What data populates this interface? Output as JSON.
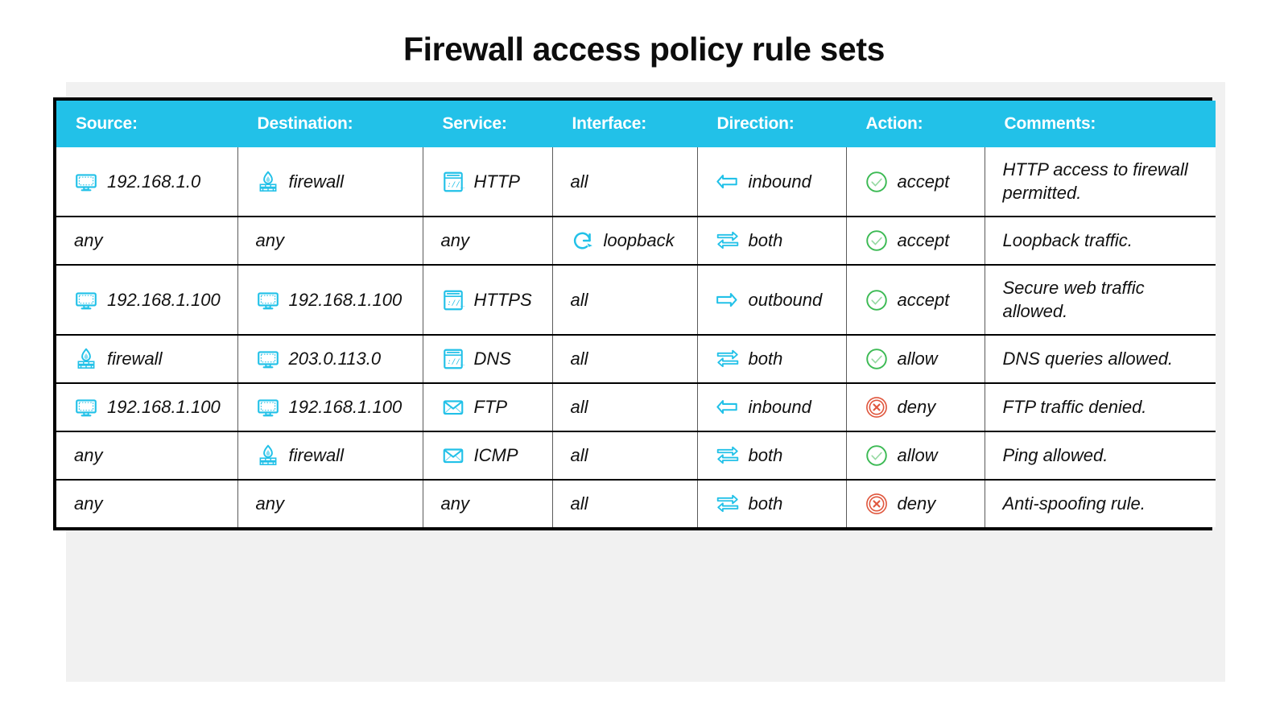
{
  "page": {
    "title": "Firewall access policy rule sets",
    "background": "#ffffff",
    "accent_header": "#22c1e8",
    "icon_cyan": "#22c1e8",
    "accept_green": "#3cba54",
    "deny_red": "#e0573e",
    "border_black": "#000000"
  },
  "table": {
    "headers": [
      "Source:",
      "Destination:",
      "Service:",
      "Interface:",
      "Direction:",
      "Action:",
      "Comments:"
    ],
    "rows": [
      {
        "source": {
          "icon": "monitor-icon",
          "label": "192.168.1.0"
        },
        "destination": {
          "icon": "firewall-icon",
          "label": "firewall"
        },
        "service": {
          "icon": "browser-window-icon",
          "label": "HTTP"
        },
        "interface": {
          "icon": "",
          "label": "all"
        },
        "direction": {
          "icon": "arrow-left-icon",
          "label": "inbound"
        },
        "action": {
          "icon": "check-circle-icon",
          "label": "accept"
        },
        "comments": "HTTP access to firewall permitted."
      },
      {
        "source": {
          "icon": "",
          "label": "any"
        },
        "destination": {
          "icon": "",
          "label": "any"
        },
        "service": {
          "icon": "",
          "label": "any"
        },
        "interface": {
          "icon": "loopback-icon",
          "label": "loopback"
        },
        "direction": {
          "icon": "arrows-bidirectional-icon",
          "label": "both"
        },
        "action": {
          "icon": "check-circle-icon",
          "label": "accept"
        },
        "comments": "Loopback traffic."
      },
      {
        "source": {
          "icon": "monitor-icon",
          "label": "192.168.1.100"
        },
        "destination": {
          "icon": "monitor-icon",
          "label": "192.168.1.100"
        },
        "service": {
          "icon": "browser-window-icon",
          "label": "HTTPS"
        },
        "interface": {
          "icon": "",
          "label": "all"
        },
        "direction": {
          "icon": "arrow-right-icon",
          "label": "outbound"
        },
        "action": {
          "icon": "check-circle-icon",
          "label": "accept"
        },
        "comments": "Secure web traffic allowed."
      },
      {
        "source": {
          "icon": "firewall-icon",
          "label": "firewall"
        },
        "destination": {
          "icon": "monitor-icon",
          "label": "203.0.113.0"
        },
        "service": {
          "icon": "browser-window-icon",
          "label": "DNS"
        },
        "interface": {
          "icon": "",
          "label": "all"
        },
        "direction": {
          "icon": "arrows-bidirectional-icon",
          "label": "both"
        },
        "action": {
          "icon": "check-circle-icon",
          "label": "allow"
        },
        "comments": "DNS queries allowed."
      },
      {
        "source": {
          "icon": "monitor-icon",
          "label": "192.168.1.100"
        },
        "destination": {
          "icon": "monitor-icon",
          "label": "192.168.1.100"
        },
        "service": {
          "icon": "envelope-icon",
          "label": "FTP"
        },
        "interface": {
          "icon": "",
          "label": "all"
        },
        "direction": {
          "icon": "arrow-left-icon",
          "label": "inbound"
        },
        "action": {
          "icon": "x-circle-icon",
          "label": "deny"
        },
        "comments": "FTP traffic denied."
      },
      {
        "source": {
          "icon": "",
          "label": "any"
        },
        "destination": {
          "icon": "firewall-icon",
          "label": "firewall"
        },
        "service": {
          "icon": "envelope-icon",
          "label": "ICMP"
        },
        "interface": {
          "icon": "",
          "label": "all"
        },
        "direction": {
          "icon": "arrows-bidirectional-icon",
          "label": "both"
        },
        "action": {
          "icon": "check-circle-icon",
          "label": "allow"
        },
        "comments": "Ping allowed."
      },
      {
        "source": {
          "icon": "",
          "label": "any"
        },
        "destination": {
          "icon": "",
          "label": "any"
        },
        "service": {
          "icon": "",
          "label": "any"
        },
        "interface": {
          "icon": "",
          "label": "all"
        },
        "direction": {
          "icon": "arrows-bidirectional-icon",
          "label": "both"
        },
        "action": {
          "icon": "x-circle-icon",
          "label": "deny"
        },
        "comments": "Anti-spoofing rule."
      }
    ]
  }
}
